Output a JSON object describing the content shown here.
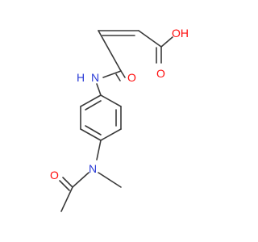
{
  "molecule": {
    "colors": {
      "bond": "#3a3a3a",
      "oxygen": "#ff0d0d",
      "nitrogen": "#2a3bd6",
      "background": "#ffffff"
    },
    "atom_labels": {
      "hydroxyl_oh": "OH",
      "acid_carbonyl_o": "O",
      "amide_nh": "N",
      "amide_nh_h": "H",
      "amide_carbonyl_o": "O",
      "acetyl_n": "N",
      "acetyl_carbonyl_o": "O"
    }
  }
}
